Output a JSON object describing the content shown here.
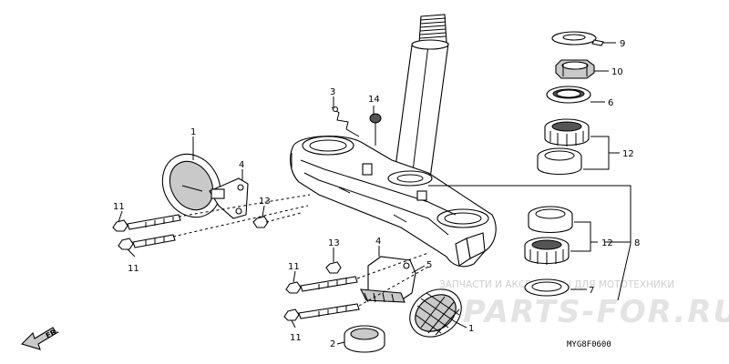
{
  "callouts": {
    "c9": "9",
    "c10": "10",
    "c6": "6",
    "c12a": "12",
    "c12b": "12",
    "c8": "8",
    "c3": "3",
    "c14": "14",
    "c1a": "1",
    "c1b": "1",
    "c4": "4",
    "c13a": "13",
    "c13b": "13",
    "c11a": "11",
    "c11b": "11",
    "c11c": "11",
    "c11d": "11",
    "c5": "5",
    "c7": "7",
    "c2": "2"
  },
  "direction_label": "FR.",
  "diagram_code": "MYG8F0600",
  "watermark": {
    "tagline": "ЗАПЧАСТИ И АКСЕССУАРЫ ДЛЯ МОТОТЕХНИКИ",
    "logo": "PARTS-FOR.RU"
  }
}
